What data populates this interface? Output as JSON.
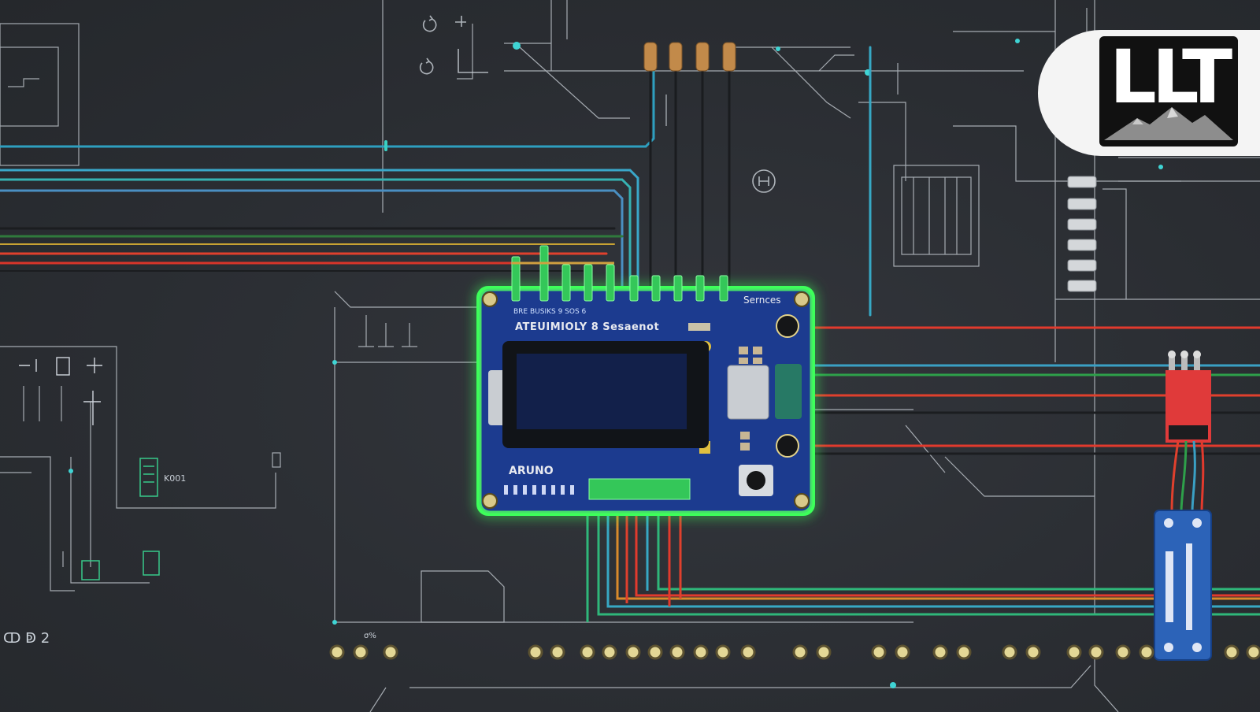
{
  "logo": {
    "text": "LLT",
    "icon": "mountain-logo"
  },
  "board": {
    "title": "ATEUIMIOLY 8 Sesaenot",
    "name": "ARUNO",
    "sources_label": "Sernces",
    "tiny_label": "BRE BUSIKS 9 SOS 6"
  },
  "schematic": {
    "k_label": "K001",
    "bottom_left": "ↀ ↁ 2",
    "small_mark": "σ%"
  },
  "colors": {
    "background": "#2b2e33",
    "board_blue": "#1c3b8f",
    "glow": "#3cff5a",
    "wire_red": "#e8332e",
    "wire_teal": "#37b6c8",
    "wire_green": "#2fbf5a"
  }
}
